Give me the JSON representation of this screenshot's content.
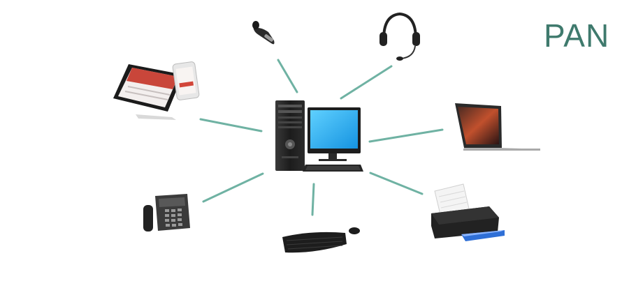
{
  "diagram": {
    "title": "PAN",
    "accent_color": "#3f7a6d",
    "link_color": "#6fb2a3",
    "hub": {
      "icon": "desktop-computer-icon"
    },
    "devices": [
      {
        "id": "earpiece",
        "icon": "bluetooth-earpiece-icon"
      },
      {
        "id": "headset",
        "icon": "headset-icon"
      },
      {
        "id": "tablet-phone",
        "icon": "tablet-and-smartphone-icon"
      },
      {
        "id": "laptop",
        "icon": "laptop-icon"
      },
      {
        "id": "desk-phone",
        "icon": "desk-phone-icon"
      },
      {
        "id": "keyboard-mouse",
        "icon": "keyboard-and-mouse-icon"
      },
      {
        "id": "printer",
        "icon": "printer-icon"
      }
    ]
  }
}
